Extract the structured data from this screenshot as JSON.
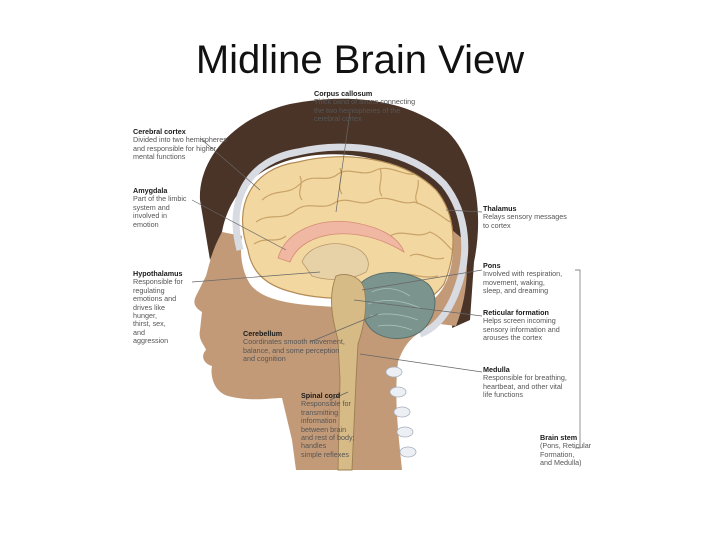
{
  "title": "Midline Brain View",
  "labels": {
    "corpus_callosum": {
      "heading": "Corpus callosum",
      "desc": "Thick band of axons connecting\nthe two hemispheres of the\ncerebral cortex"
    },
    "cerebral_cortex": {
      "heading": "Cerebral cortex",
      "desc": "Divided into two hemispheres\nand responsible for higher\nmental functions"
    },
    "amygdala": {
      "heading": "Amygdala",
      "desc": "Part of the limbic\nsystem and\ninvolved in\nemotion"
    },
    "hypothalamus": {
      "heading": "Hypothalamus",
      "desc": "Responsible for\nregulating\nemotions and\ndrives like\nhunger,\nthirst, sex,\nand\naggression"
    },
    "thalamus": {
      "heading": "Thalamus",
      "desc": "Relays sensory messages\nto cortex"
    },
    "pons": {
      "heading": "Pons",
      "desc": "Involved with respiration,\nmovement, waking,\nsleep, and dreaming"
    },
    "reticular_formation": {
      "heading": "Reticular formation",
      "desc": "Helps screen incoming\nsensory information and\narouses the cortex"
    },
    "cerebellum": {
      "heading": "Cerebellum",
      "desc": "Coordinates smooth movement,\nbalance, and some perception\nand cognition"
    },
    "medulla": {
      "heading": "Medulla",
      "desc": "Responsible for breathing,\nheartbeat, and other vital\nlife functions"
    },
    "spinal_cord": {
      "heading": "Spinal cord",
      "desc": "Responsible for\ntransmitting\ninformation\nbetween brain\nand rest of body;\nhandles\nsimple reflexes"
    },
    "brain_stem": {
      "heading": "Brain stem",
      "desc": "(Pons, Reticular\nFormation,\nand Medulla)"
    }
  },
  "colors": {
    "skin": "#c39a78",
    "hair": "#4a3428",
    "brain": "#f2d8a0",
    "gyri_line": "#c9a367",
    "cerebellum": "#7c948e",
    "brainstem": "#d7bb86",
    "ventricle": "#f0b7a3",
    "skull": "#d8dbe2"
  }
}
